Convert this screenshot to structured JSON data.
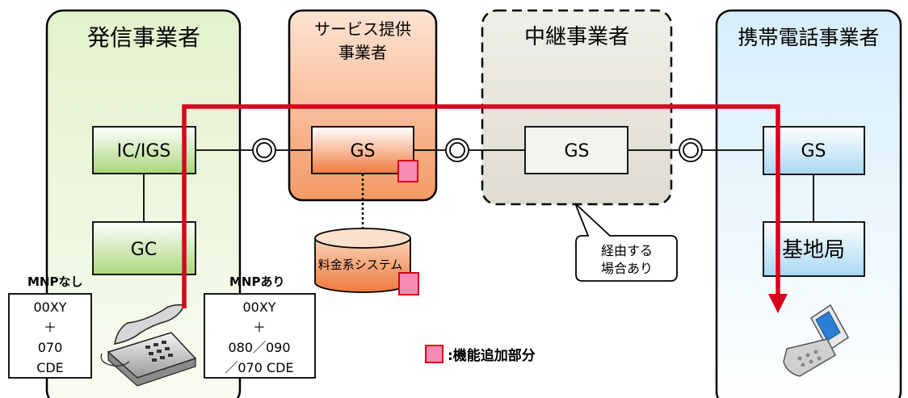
{
  "regions": {
    "originator": "発信事業者",
    "service_line1": "サービス提供",
    "service_line2": "事業者",
    "transit": "中継事業者",
    "mobile": "携帯電話事業者"
  },
  "nodes": {
    "ic_igs": "IC/IGS",
    "gc": "GC",
    "gs_service": "GS",
    "gs_transit": "GS",
    "gs_mobile": "GS",
    "base_station": "基地局",
    "billing_system": "料金系システム"
  },
  "labels": {
    "mnp_none": "MNPなし",
    "mnp_yes": "MNPあり"
  },
  "number_boxes": {
    "left": [
      "00XY",
      "＋",
      "070",
      "CDE"
    ],
    "right": [
      "00XY",
      "＋",
      "080／090",
      "／070 CDE"
    ]
  },
  "callout": [
    "経由する",
    "場合あり"
  ],
  "legend": {
    "text": ":機能追加部分",
    "color": "#f78bb4"
  },
  "colors": {
    "route": "#d9001b",
    "marker": "#f78bb4",
    "green": "#c6e39a",
    "orange": "#f6a173",
    "blue": "#cfe9f8",
    "gray": "#ecebe4"
  }
}
